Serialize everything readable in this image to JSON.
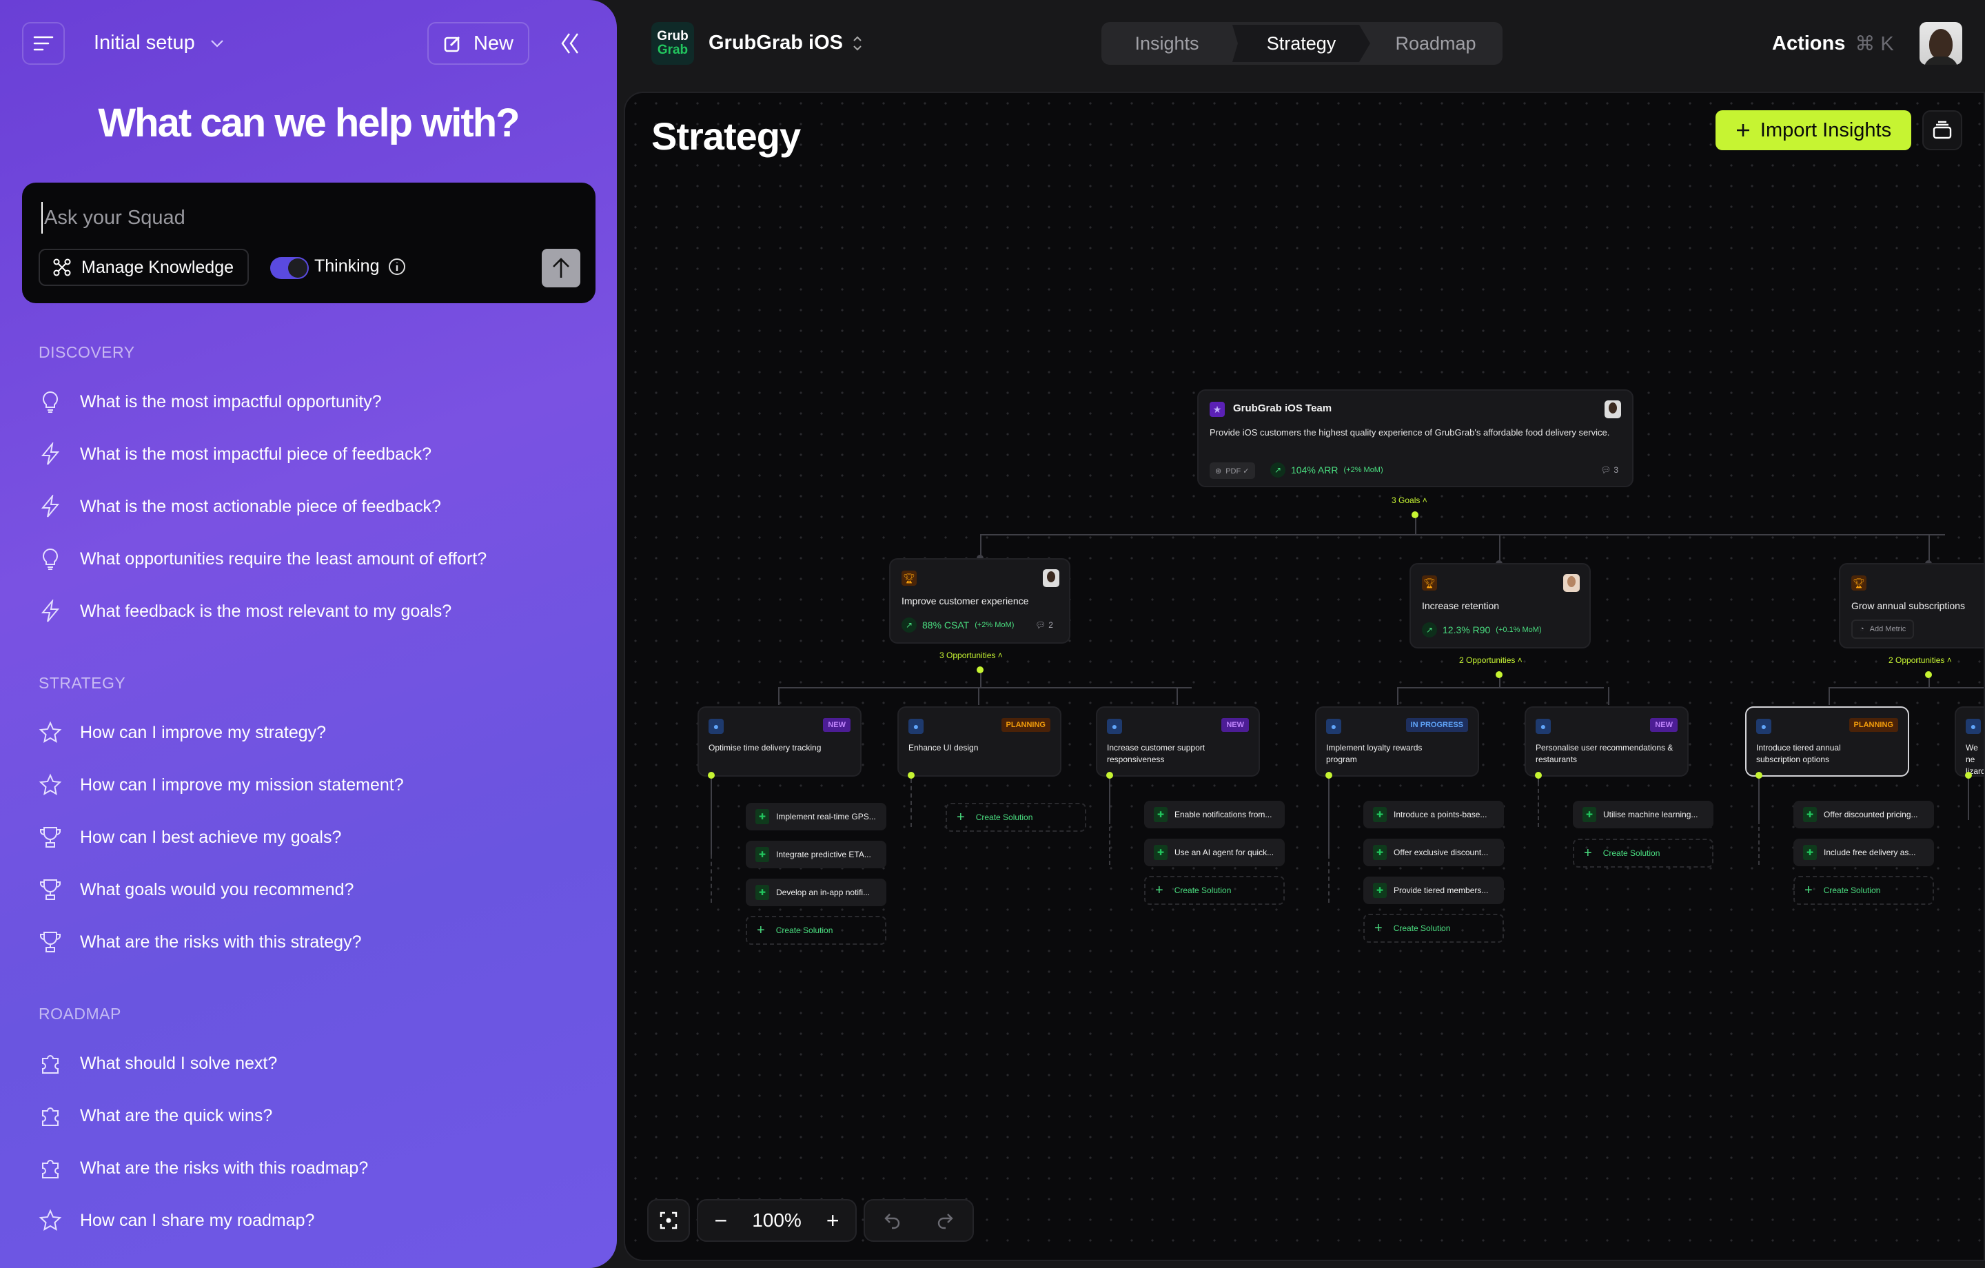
{
  "sidebar": {
    "session_title": "Initial setup",
    "new_label": "New",
    "hero": "What can we help with?",
    "ask": {
      "placeholder": "Ask your Squad",
      "manage_knowledge": "Manage Knowledge",
      "thinking_label": "Thinking",
      "thinking_on": true
    },
    "sections": [
      {
        "title": "DISCOVERY",
        "items": [
          {
            "icon": "bulb",
            "label": "What is the most impactful opportunity?"
          },
          {
            "icon": "bolt",
            "label": "What is the most impactful piece of feedback?"
          },
          {
            "icon": "bolt",
            "label": "What is the most actionable piece of feedback?"
          },
          {
            "icon": "bulb",
            "label": "What opportunities require the least amount of effort?"
          },
          {
            "icon": "bolt",
            "label": "What feedback is the most relevant to my goals?"
          }
        ]
      },
      {
        "title": "STRATEGY",
        "items": [
          {
            "icon": "star",
            "label": "How can I improve my strategy?"
          },
          {
            "icon": "star",
            "label": "How can I improve my mission statement?"
          },
          {
            "icon": "trophy",
            "label": "How can I best achieve my goals?"
          },
          {
            "icon": "trophy",
            "label": "What goals would you recommend?"
          },
          {
            "icon": "trophy",
            "label": "What are the risks with this strategy?"
          }
        ]
      },
      {
        "title": "ROADMAP",
        "items": [
          {
            "icon": "puzzle",
            "label": "What should I solve next?"
          },
          {
            "icon": "puzzle",
            "label": "What are the quick wins?"
          },
          {
            "icon": "puzzle",
            "label": "What are the risks with this roadmap?"
          },
          {
            "icon": "star",
            "label": "How can I share my roadmap?"
          }
        ]
      }
    ]
  },
  "header": {
    "logo_line1": "Grub",
    "logo_line2": "Grab",
    "project": "GrubGrab iOS",
    "tabs": [
      {
        "label": "Insights"
      },
      {
        "label": "Strategy",
        "active": true
      },
      {
        "label": "Roadmap"
      }
    ],
    "actions_label": "Actions",
    "actions_shortcut": "⌘ K"
  },
  "canvas": {
    "title": "Strategy",
    "import_label": "Import Insights",
    "zoom_level": "100%",
    "mission": {
      "team": "GrubGrab iOS Team",
      "statement": "Provide iOS customers the highest quality experience of GrubGrab's affordable food delivery service.",
      "doc_badge": "PDF ✓",
      "metric": "104% ARR",
      "metric_change": "(+2% MoM)",
      "comments": "3",
      "goals_count": "3 Goals"
    },
    "goals": [
      {
        "title": "Improve customer experience",
        "metric": "88% CSAT",
        "metric_change": "(+2% MoM)",
        "comments": "2",
        "opps_count": "3 Opportunities"
      },
      {
        "title": "Increase retention",
        "metric": "12.3% R90",
        "metric_change": "(+0.1% MoM)",
        "opps_count": "2 Opportunities"
      },
      {
        "title": "Grow annual subscriptions",
        "add_metric": "Add Metric",
        "opps_count": "2 Opportunities"
      }
    ],
    "opportunities": [
      {
        "title": "Optimise time delivery tracking",
        "status": "NEW",
        "solutions": [
          "Implement real-time GPS...",
          "Integrate predictive ETA...",
          "Develop an in-app notifi..."
        ]
      },
      {
        "title": "Enhance UI design",
        "status": "PLANNING",
        "solutions": []
      },
      {
        "title": "Increase customer support responsiveness",
        "status": "NEW",
        "solutions": [
          "Enable notifications from...",
          "Use an AI agent for quick..."
        ]
      },
      {
        "title": "Implement loyalty rewards program",
        "status": "IN PROGRESS",
        "solutions": [
          "Introduce a points-base...",
          "Offer exclusive discount...",
          "Provide tiered members..."
        ]
      },
      {
        "title": "Personalise user recommendations & restaurants",
        "status": "NEW",
        "solutions": [
          "Utilise machine learning..."
        ]
      },
      {
        "title": "Introduce tiered annual subscription options",
        "status": "PLANNING",
        "solutions": [
          "Offer discounted pricing...",
          "Include free delivery as..."
        ]
      },
      {
        "title": "We ne lizard",
        "status": "",
        "solutions": []
      }
    ],
    "create_solution_label": "Create Solution"
  }
}
